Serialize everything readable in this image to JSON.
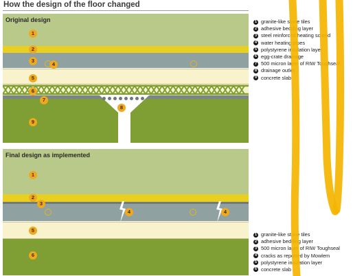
{
  "title": "How the design of the floor changed",
  "original": {
    "label": "Original design",
    "markers": [
      "1",
      "2",
      "3",
      "4",
      "5",
      "6",
      "7",
      "8",
      "9"
    ],
    "legend": [
      {
        "n": "1",
        "text": "granite-like stone tiles"
      },
      {
        "n": "2",
        "text": "adhesive bedding layer"
      },
      {
        "n": "3",
        "text": "steel reinforced heating screed"
      },
      {
        "n": "4",
        "text": "water heating pipes"
      },
      {
        "n": "5",
        "text": "polystyrene insulation layer"
      },
      {
        "n": "6",
        "text": "egg-crate drainage"
      },
      {
        "n": "7",
        "text": "500 micron layer of RIW Toughseal"
      },
      {
        "n": "8",
        "text": "drainage outlet"
      },
      {
        "n": "9",
        "text": "concrete slab"
      }
    ]
  },
  "final": {
    "label": "Final design as implemented",
    "markers": [
      "1",
      "2",
      "3",
      "4",
      "4",
      "5",
      "6"
    ],
    "legend": [
      {
        "n": "1",
        "text": "granite-like stone tiles"
      },
      {
        "n": "2",
        "text": "adhesive bedding layer"
      },
      {
        "n": "3",
        "text": "500 micron layer of RIW Toughseal"
      },
      {
        "n": "4",
        "text": "cracks as reported by Mowlem"
      },
      {
        "n": "5",
        "text": "polystyrene insulation layer"
      },
      {
        "n": "6",
        "text": "concrete slab"
      }
    ]
  },
  "colors": {
    "tiles": "#b9c98a",
    "bedding": "#e9d020",
    "screed": "#8fa1a1",
    "insulation": "#f8f3cd",
    "concrete": "#7f9f34",
    "marker": "#f0a91e",
    "overlay_stroke": "#f4b400"
  }
}
